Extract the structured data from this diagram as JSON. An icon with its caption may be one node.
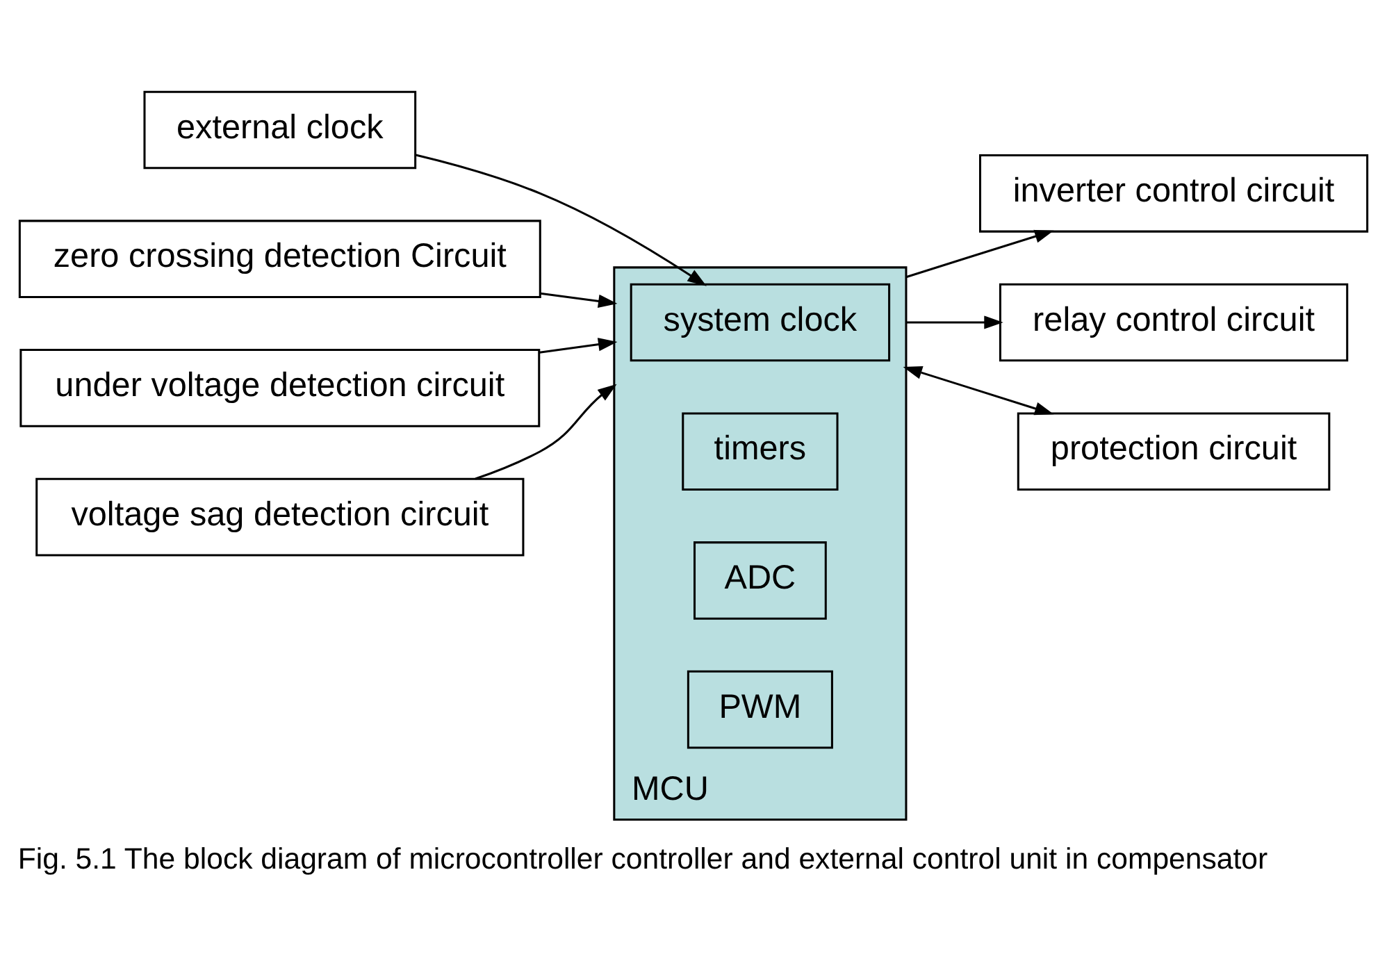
{
  "diagram": {
    "caption": "Fig. 5.1 The block diagram of microcontroller controller and external control unit in compensator",
    "nodes": [
      {
        "text": [
          "external clock"
        ]
      },
      {
        "text": [
          "zero crossing detection Circuit"
        ]
      },
      {
        "text": [
          "under voltage detection circuit"
        ]
      },
      {
        "text": [
          "voltage sag detection circuit"
        ]
      },
      {
        "text": [
          "MCU"
        ]
      },
      {
        "text": [
          "system clock"
        ],
        "in": 4
      },
      {
        "text": [
          "timers"
        ],
        "in": 4
      },
      {
        "text": [
          "ADC"
        ],
        "in": 4
      },
      {
        "text": [
          "PWM"
        ],
        "in": 4
      },
      {
        "text": [
          "inverter control circuit"
        ]
      },
      {
        "text": [
          "relay control circuit"
        ]
      },
      {
        "text": [
          "protection circuit"
        ]
      }
    ],
    "edges": [
      {
        "from": 0,
        "to": 5,
        "arrow": "to"
      },
      {
        "from": 1,
        "to": 4,
        "arrow": "to"
      },
      {
        "from": 2,
        "to": 4,
        "arrow": "to"
      },
      {
        "from": 3,
        "to": 4,
        "arrow": "to"
      },
      {
        "from": 4,
        "to": 9,
        "arrow": "to"
      },
      {
        "from": 4,
        "to": 10,
        "arrow": "to"
      },
      {
        "from": 4,
        "to": 11,
        "arrow": "both"
      }
    ]
  }
}
